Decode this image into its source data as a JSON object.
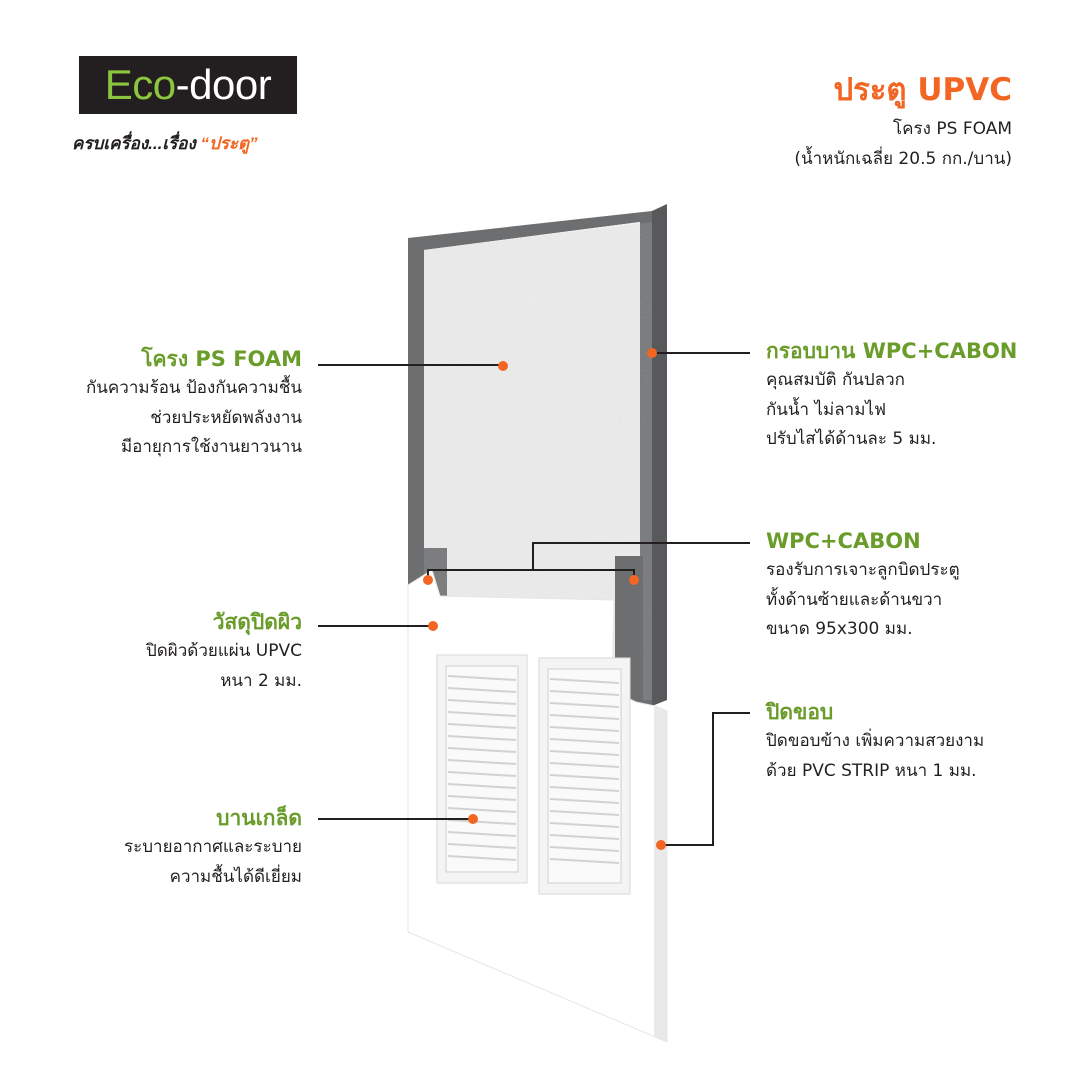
{
  "logo": {
    "eco": "Eco",
    "door": "-door",
    "tagline_main": "ครบเครื่อง...เรื่อง",
    "tagline_accent": "“ประตู”"
  },
  "header": {
    "title": "ประตู UPVC",
    "line1": "โครง PS FOAM",
    "line2": "(น้ำหนักเฉลี่ย 20.5 กก./บาน)"
  },
  "labels": {
    "ps_foam": {
      "title": "โครง PS FOAM",
      "lines": [
        "กันความร้อน ป้องกันความชื้น",
        "ช่วยประหยัดพลังงาน",
        "มีอายุการใช้งานยาวนาน"
      ]
    },
    "frame": {
      "title": "กรอบบาน WPC+CABON",
      "lines": [
        "คุณสมบัติ กันปลวก",
        "กันน้ำ ไม่ลามไฟ",
        "ปรับไสได้ด้านละ 5 มม."
      ]
    },
    "wpc": {
      "title": "WPC+CABON",
      "lines": [
        "รองรับการเจาะลูกบิดประตู",
        "ทั้งด้านซ้ายและด้านขวา",
        "ขนาด 95x300 มม."
      ]
    },
    "surface": {
      "title": "วัสดุปิดผิว",
      "lines": [
        "ปิดผิวด้วยแผ่น UPVC",
        "หนา 2 มม."
      ]
    },
    "edge": {
      "title": "ปิดขอบ",
      "lines": [
        "ปิดขอบข้าง เพิ่มความสวยงาม",
        "ด้วย PVC STRIP หนา 1 มม."
      ]
    },
    "louver": {
      "title": "บานเกล็ด",
      "lines": [
        "ระบายอากาศและระบาย",
        "ความชื้นได้ดีเยี่ยม"
      ]
    }
  },
  "colors": {
    "accent_orange": "#f26522",
    "accent_green": "#6a9c2a",
    "logo_green": "#8cc63f",
    "frame_gray": "#6d6e70",
    "foam": "#f1f1f1",
    "skin": "#ffffff"
  }
}
